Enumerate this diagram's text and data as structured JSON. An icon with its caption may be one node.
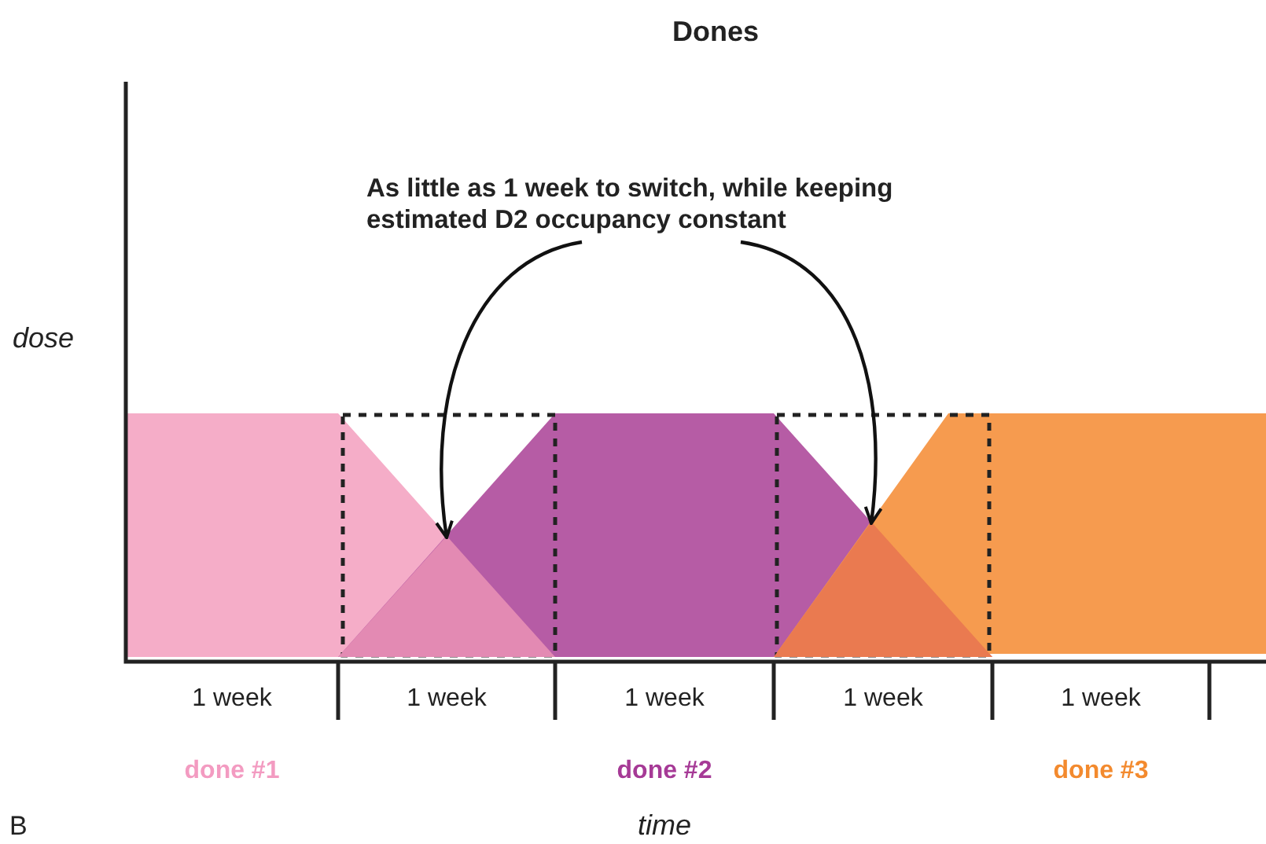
{
  "diagram": {
    "title": "Dones",
    "nodes": [
      {
        "text": [
          "As little as 1 week to switch, while keeping estimated D2 occupancy constant"
        ]
      },
      {
        "text": [],
        "shape": "triangle"
      },
      {
        "text": [],
        "shape": "triangle"
      }
    ],
    "edges": [
      {
        "from": 0,
        "to": 1,
        "arrow": "to"
      },
      {
        "from": 0,
        "to": 2,
        "arrow": "to"
      }
    ],
    "labels": [
      "dose",
      "1 week",
      "1 week",
      "1 week",
      "1 week",
      "1 week",
      "done #1",
      "done #2",
      "done #3",
      "B",
      "time"
    ]
  }
}
